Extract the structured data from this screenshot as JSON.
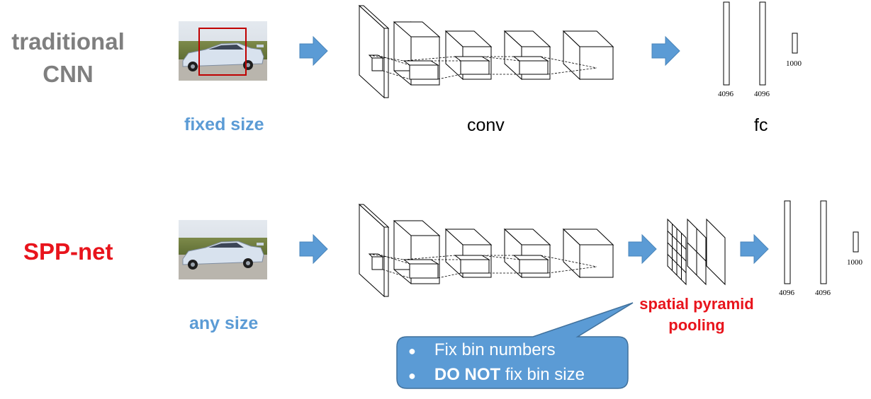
{
  "rows": [
    {
      "id": "traditional",
      "title_lines": [
        "traditional",
        "CNN"
      ],
      "input_label": "fixed size",
      "conv_label": "conv",
      "fc_label": "fc",
      "fc_numbers": [
        "4096",
        "4096",
        "1000"
      ]
    },
    {
      "id": "spp",
      "title_lines": [
        "SPP-net"
      ],
      "input_label": "any size",
      "spp_label_lines": [
        "spatial pyramid",
        "pooling"
      ],
      "fc_numbers": [
        "4096",
        "4096",
        "1000"
      ]
    }
  ],
  "callout": {
    "bullets": [
      {
        "bold": "",
        "text": "Fix bin numbers"
      },
      {
        "bold": "DO NOT",
        "text": " fix bin size"
      }
    ]
  },
  "colors": {
    "arrow": "#5b9bd5",
    "callout_fill": "#5b9bd5",
    "callout_stroke": "#41719c",
    "crop_box": "#c00000",
    "title_gray": "#7f7f7f",
    "title_red": "#e8141c"
  }
}
